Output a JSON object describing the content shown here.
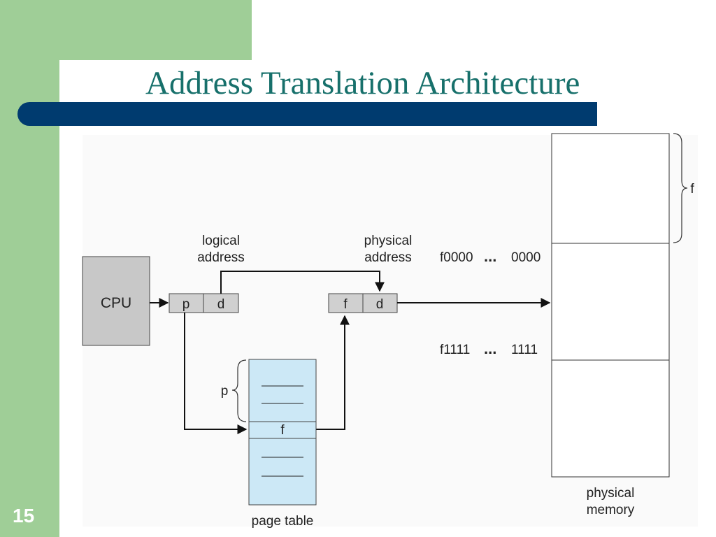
{
  "slide": {
    "title": "Address Translation Architecture",
    "number": "15"
  },
  "diagram": {
    "cpu_label": "CPU",
    "logical_address_label": [
      "logical",
      "address"
    ],
    "physical_address_label": [
      "physical",
      "address"
    ],
    "logical_fields": [
      "p",
      "d"
    ],
    "physical_fields": [
      "f",
      "d"
    ],
    "page_table_label": "page table",
    "page_table_entry": "f",
    "page_table_brace_label": "p",
    "memory_brace_label": "f",
    "frame_start_label": "f0000",
    "frame_start_suffix": "0000",
    "frame_end_label": "f1111",
    "frame_end_suffix": "1111",
    "ellipsis": "...",
    "physical_memory_label": [
      "physical",
      "memory"
    ]
  }
}
